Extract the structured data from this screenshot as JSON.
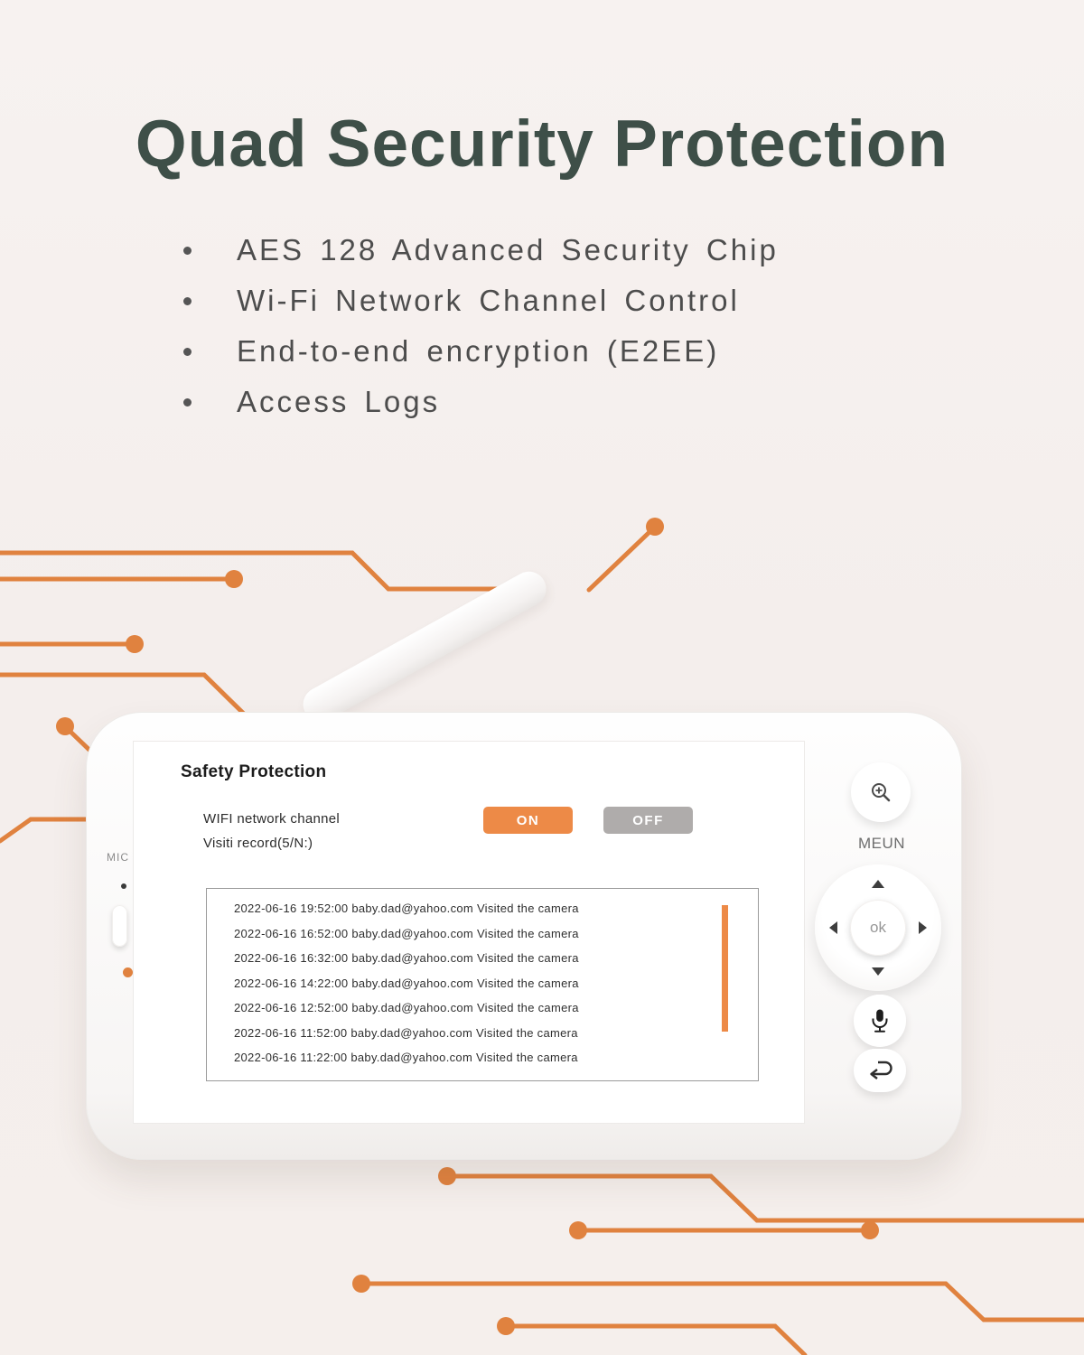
{
  "hero": {
    "title": "Quad Security Protection",
    "bullets": [
      "AES 128 Advanced Security Chip",
      "Wi-Fi Network Channel Control",
      "End-to-end encryption (E2EE)",
      "Access Logs"
    ]
  },
  "device": {
    "side": {
      "mic_label": "MIC"
    },
    "controls": {
      "menu_label": "MEUN",
      "ok_label": "ok",
      "zoom_icon": "magnifier-plus-icon",
      "talk_icon": "microphone-icon",
      "back_icon": "return-arrow-icon"
    },
    "screen": {
      "heading": "Safety Protection",
      "wifi_channel_label": "WIFI network channel",
      "visit_record_label": "Visiti record(5/N:)",
      "on_button": "ON",
      "off_button": "OFF",
      "visit_records": [
        "2022-06-16 19:52:00 baby.dad@yahoo.com Visited the camera",
        "2022-06-16 16:52:00 baby.dad@yahoo.com Visited the camera",
        "2022-06-16 16:32:00 baby.dad@yahoo.com Visited the camera",
        "2022-06-16 14:22:00 baby.dad@yahoo.com Visited the camera",
        "2022-06-16 12:52:00 baby.dad@yahoo.com Visited the camera",
        "2022-06-16 11:52:00 baby.dad@yahoo.com Visited the camera",
        "2022-06-16 11:22:00 baby.dad@yahoo.com Visited the camera"
      ]
    }
  },
  "colors": {
    "accent_orange": "#ED8A47",
    "circuit_orange": "#E0823F",
    "off_gray": "#AFACAB",
    "title_color": "#3E4F48"
  }
}
